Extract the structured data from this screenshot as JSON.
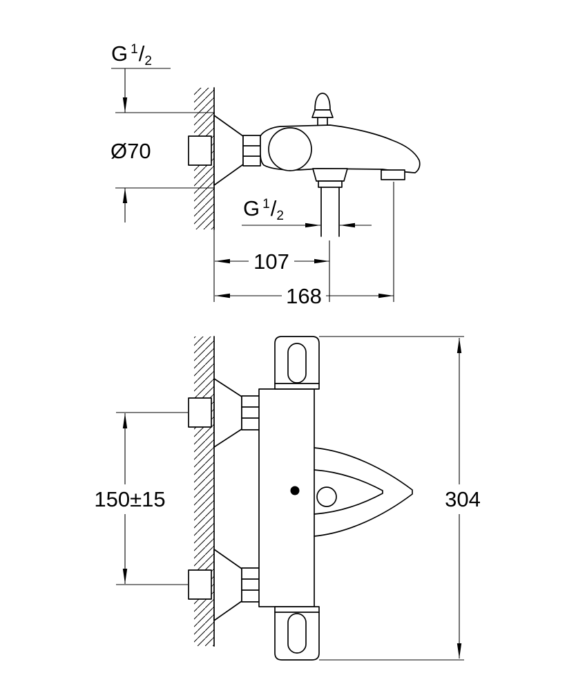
{
  "colors": {
    "line": "#000000",
    "bg": "#ffffff"
  },
  "labels": {
    "thread": {
      "g": "G",
      "numerator": "1",
      "slash": "/",
      "denominator": "2"
    },
    "escutcheon_diameter": "Ø70",
    "wall_to_hose_outlet": "107",
    "wall_to_spout_outlet": "168",
    "inlet_center_distance": "150±15",
    "overall_height": "304"
  }
}
